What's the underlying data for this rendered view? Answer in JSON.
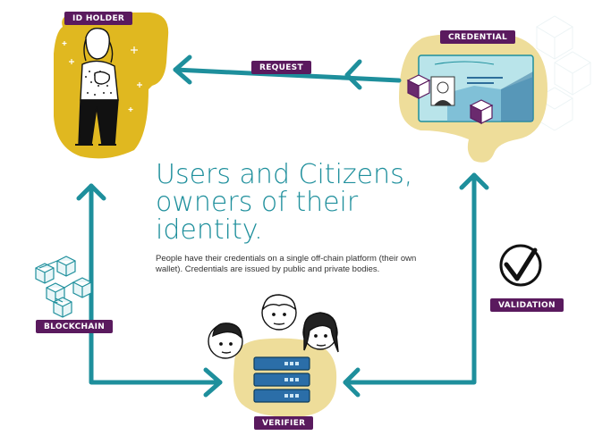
{
  "labels": {
    "id_holder": "ID HOLDER",
    "credential": "CREDENTIAL",
    "request": "REQUEST",
    "blockchain": "BLOCKCHAIN",
    "validation": "VALIDATION",
    "verifier": "VERIFIER"
  },
  "headline": [
    "Users and Citizens,",
    "owners of their",
    "identity."
  ],
  "description": "People have their credentials on a single off-chain platform (their own wallet). Credentials are issued by public and private bodies.",
  "colors": {
    "teal": "#1e8f9c",
    "purple": "#5a1a5e",
    "gold": "#e0b820",
    "beige": "#eedd9a"
  }
}
